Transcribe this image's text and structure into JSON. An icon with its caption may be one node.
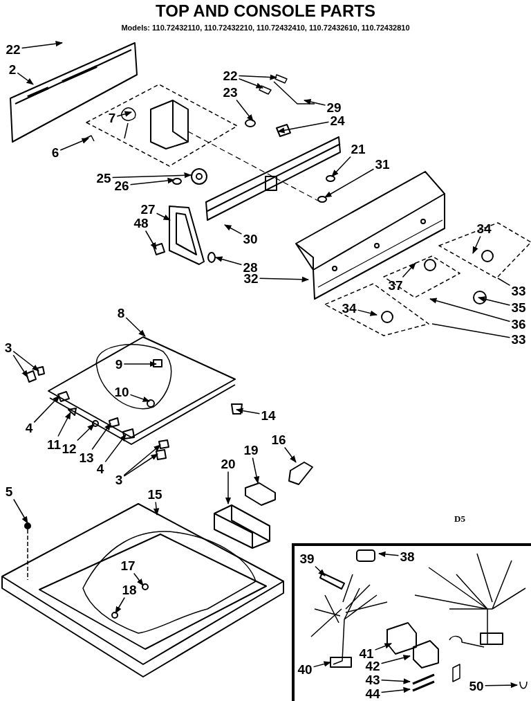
{
  "diagram": {
    "title": "TOP AND CONSOLE PARTS",
    "nodes": [
      {
        "text": [
          "22"
        ]
      },
      {
        "text": [
          "2"
        ]
      },
      {
        "text": [
          "6"
        ]
      },
      {
        "text": [
          "7"
        ]
      },
      {
        "text": [
          "22"
        ]
      },
      {
        "text": [
          "23"
        ]
      },
      {
        "text": [
          "29"
        ]
      },
      {
        "text": [
          "24"
        ]
      },
      {
        "text": [
          "21"
        ]
      },
      {
        "text": [
          "31"
        ]
      },
      {
        "text": [
          "25"
        ]
      },
      {
        "text": [
          "26"
        ]
      },
      {
        "text": [
          "27"
        ]
      },
      {
        "text": [
          "48"
        ]
      },
      {
        "text": [
          "30"
        ]
      },
      {
        "text": [
          "28"
        ]
      },
      {
        "text": [
          "34"
        ]
      },
      {
        "text": [
          "32"
        ]
      },
      {
        "text": [
          "37"
        ]
      },
      {
        "text": [
          "33"
        ]
      },
      {
        "text": [
          "35"
        ]
      },
      {
        "text": [
          "36"
        ]
      },
      {
        "text": [
          "34"
        ]
      },
      {
        "text": [
          "33"
        ]
      },
      {
        "text": [
          "8"
        ]
      },
      {
        "text": [
          "3"
        ]
      },
      {
        "text": [
          "9"
        ]
      },
      {
        "text": [
          "10"
        ]
      },
      {
        "text": [
          "14"
        ]
      },
      {
        "text": [
          "4"
        ]
      },
      {
        "text": [
          "11"
        ]
      },
      {
        "text": [
          "12"
        ]
      },
      {
        "text": [
          "13"
        ]
      },
      {
        "text": [
          "4"
        ]
      },
      {
        "text": [
          "3"
        ]
      },
      {
        "text": [
          "16"
        ]
      },
      {
        "text": [
          "19"
        ]
      },
      {
        "text": [
          "20"
        ]
      },
      {
        "text": [
          "15"
        ]
      },
      {
        "text": [
          "5"
        ]
      },
      {
        "text": [
          "17"
        ]
      },
      {
        "text": [
          "18"
        ]
      },
      {
        "text": [],
        "shape": "box"
      },
      {
        "text": [
          "39"
        ],
        "in": 42
      },
      {
        "text": [
          "38"
        ],
        "in": 42
      },
      {
        "text": [
          "41"
        ],
        "in": 42
      },
      {
        "text": [
          "42"
        ],
        "in": 42
      },
      {
        "text": [
          "43"
        ],
        "in": 42
      },
      {
        "text": [
          "44"
        ],
        "in": 42
      },
      {
        "text": [
          "40"
        ],
        "in": 42
      },
      {
        "text": [
          "50"
        ],
        "in": 42
      }
    ],
    "edges": [
      {
        "from": 0,
        "to": null,
        "arrow": "to"
      },
      {
        "from": 1,
        "to": null,
        "arrow": "to"
      },
      {
        "from": 2,
        "to": null,
        "arrow": "to"
      },
      {
        "from": 3,
        "to": null,
        "arrow": "to"
      },
      {
        "from": 4,
        "to": null,
        "arrow": "to"
      },
      {
        "from": 4,
        "to": null,
        "arrow": "to"
      },
      {
        "from": 5,
        "to": null,
        "arrow": "to"
      },
      {
        "from": 6,
        "to": null,
        "arrow": "to"
      },
      {
        "from": 7,
        "to": null,
        "arrow": "to"
      },
      {
        "from": 8,
        "to": null,
        "arrow": "to"
      },
      {
        "from": 9,
        "to": null,
        "arrow": "to"
      },
      {
        "from": 10,
        "to": null,
        "arrow": "to"
      },
      {
        "from": 11,
        "to": null,
        "arrow": "to"
      },
      {
        "from": 12,
        "to": null,
        "arrow": "to"
      },
      {
        "from": 13,
        "to": null,
        "arrow": "to"
      },
      {
        "from": 14,
        "to": null,
        "arrow": "to"
      },
      {
        "from": 15,
        "to": null,
        "arrow": "to"
      },
      {
        "from": 16,
        "to": null,
        "arrow": "to"
      },
      {
        "from": 17,
        "to": null,
        "arrow": "to"
      },
      {
        "from": 18,
        "to": null,
        "arrow": "to"
      },
      {
        "from": 19,
        "to": null,
        "arrow": "none"
      },
      {
        "from": 20,
        "to": null,
        "arrow": "to"
      },
      {
        "from": 21,
        "to": null,
        "arrow": "to"
      },
      {
        "from": 22,
        "to": null,
        "arrow": "to"
      },
      {
        "from": 23,
        "to": null,
        "arrow": "none"
      },
      {
        "from": 24,
        "to": null,
        "arrow": "to"
      },
      {
        "from": 25,
        "to": null,
        "arrow": "to"
      },
      {
        "from": 25,
        "to": null,
        "arrow": "to"
      },
      {
        "from": 26,
        "to": null,
        "arrow": "to"
      },
      {
        "from": 27,
        "to": null,
        "arrow": "to"
      },
      {
        "from": 28,
        "to": null,
        "arrow": "to"
      },
      {
        "from": 29,
        "to": null,
        "arrow": "to"
      },
      {
        "from": 30,
        "to": null,
        "arrow": "to"
      },
      {
        "from": 31,
        "to": null,
        "arrow": "to"
      },
      {
        "from": 32,
        "to": null,
        "arrow": "to"
      },
      {
        "from": 33,
        "to": null,
        "arrow": "to"
      },
      {
        "from": 34,
        "to": null,
        "arrow": "to"
      },
      {
        "from": 34,
        "to": null,
        "arrow": "to"
      },
      {
        "from": 35,
        "to": null,
        "arrow": "to"
      },
      {
        "from": 36,
        "to": null,
        "arrow": "to"
      },
      {
        "from": 37,
        "to": null,
        "arrow": "to"
      },
      {
        "from": 38,
        "to": null,
        "arrow": "to"
      },
      {
        "from": 39,
        "to": null,
        "arrow": "to"
      },
      {
        "from": 40,
        "to": null,
        "arrow": "to"
      },
      {
        "from": 41,
        "to": null,
        "arrow": "to"
      },
      {
        "from": 43,
        "to": null,
        "arrow": "to"
      },
      {
        "from": 44,
        "to": null,
        "arrow": "to"
      },
      {
        "from": 45,
        "to": null,
        "arrow": "to"
      },
      {
        "from": 46,
        "to": null,
        "arrow": "to"
      },
      {
        "from": 47,
        "to": null,
        "arrow": "to"
      },
      {
        "from": 48,
        "to": null,
        "arrow": "to"
      },
      {
        "from": 49,
        "to": null,
        "arrow": "to"
      },
      {
        "from": 50,
        "to": null,
        "arrow": "to"
      }
    ],
    "labels": [
      "Models: 110.72432110, 110.72432210, 110.72432410, 110.72432610, 110.72432810",
      "D5"
    ]
  }
}
